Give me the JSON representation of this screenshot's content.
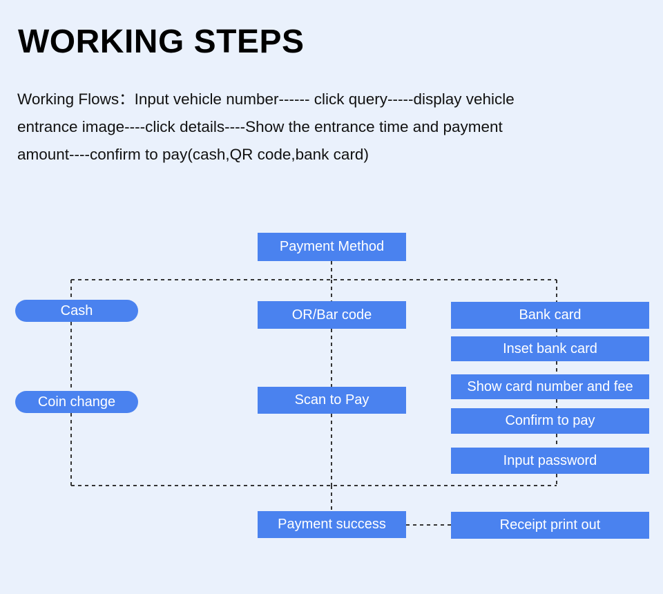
{
  "page": {
    "background_color": "#eaf1fc",
    "node_color": "#4a82ef",
    "node_text_color": "#ffffff",
    "connector_color": "#333333"
  },
  "header": {
    "title": "WORKING STEPS",
    "intro_lines": [
      "Working Flows：Input vehicle number------ click query-----display vehicle",
      "entrance image----click details----Show the entrance time and payment",
      "amount----confirm to pay(cash,QR code,bank card)"
    ]
  },
  "flowchart": {
    "type": "flow-diagram",
    "nodes": [
      {
        "id": "payment-method",
        "label": "Payment Method",
        "shape": "rect",
        "column": "center"
      },
      {
        "id": "cash",
        "label": "Cash",
        "shape": "pill",
        "column": "left"
      },
      {
        "id": "coin-change",
        "label": "Coin change",
        "shape": "pill",
        "column": "left"
      },
      {
        "id": "qr-bar-code",
        "label": "OR/Bar code",
        "shape": "rect",
        "column": "center"
      },
      {
        "id": "scan-to-pay",
        "label": "Scan to Pay",
        "shape": "rect",
        "column": "center"
      },
      {
        "id": "bank-card",
        "label": "Bank card",
        "shape": "rect",
        "column": "right"
      },
      {
        "id": "inset-bank-card",
        "label": "Inset bank card",
        "shape": "rect",
        "column": "right"
      },
      {
        "id": "show-card-fee",
        "label": "Show card number and fee",
        "shape": "rect",
        "column": "right"
      },
      {
        "id": "confirm-to-pay",
        "label": "Confirm to pay",
        "shape": "rect",
        "column": "right"
      },
      {
        "id": "input-password",
        "label": "Input password",
        "shape": "rect",
        "column": "right"
      },
      {
        "id": "payment-success",
        "label": "Payment success",
        "shape": "rect",
        "column": "center"
      },
      {
        "id": "receipt-print",
        "label": "Receipt print out",
        "shape": "rect",
        "column": "right"
      }
    ],
    "edges": [
      {
        "from": "payment-method",
        "to": "cash",
        "style": "dashed"
      },
      {
        "from": "payment-method",
        "to": "qr-bar-code",
        "style": "dashed"
      },
      {
        "from": "payment-method",
        "to": "bank-card",
        "style": "dashed"
      },
      {
        "from": "cash",
        "to": "coin-change",
        "style": "dashed"
      },
      {
        "from": "qr-bar-code",
        "to": "scan-to-pay",
        "style": "dashed"
      },
      {
        "from": "bank-card",
        "to": "inset-bank-card",
        "style": "dashed"
      },
      {
        "from": "inset-bank-card",
        "to": "show-card-fee",
        "style": "dashed"
      },
      {
        "from": "show-card-fee",
        "to": "confirm-to-pay",
        "style": "dashed"
      },
      {
        "from": "confirm-to-pay",
        "to": "input-password",
        "style": "dashed"
      },
      {
        "from": "coin-change",
        "to": "payment-success",
        "style": "dashed"
      },
      {
        "from": "scan-to-pay",
        "to": "payment-success",
        "style": "dashed"
      },
      {
        "from": "input-password",
        "to": "payment-success",
        "style": "dashed"
      },
      {
        "from": "payment-success",
        "to": "receipt-print",
        "style": "dashed"
      }
    ]
  }
}
